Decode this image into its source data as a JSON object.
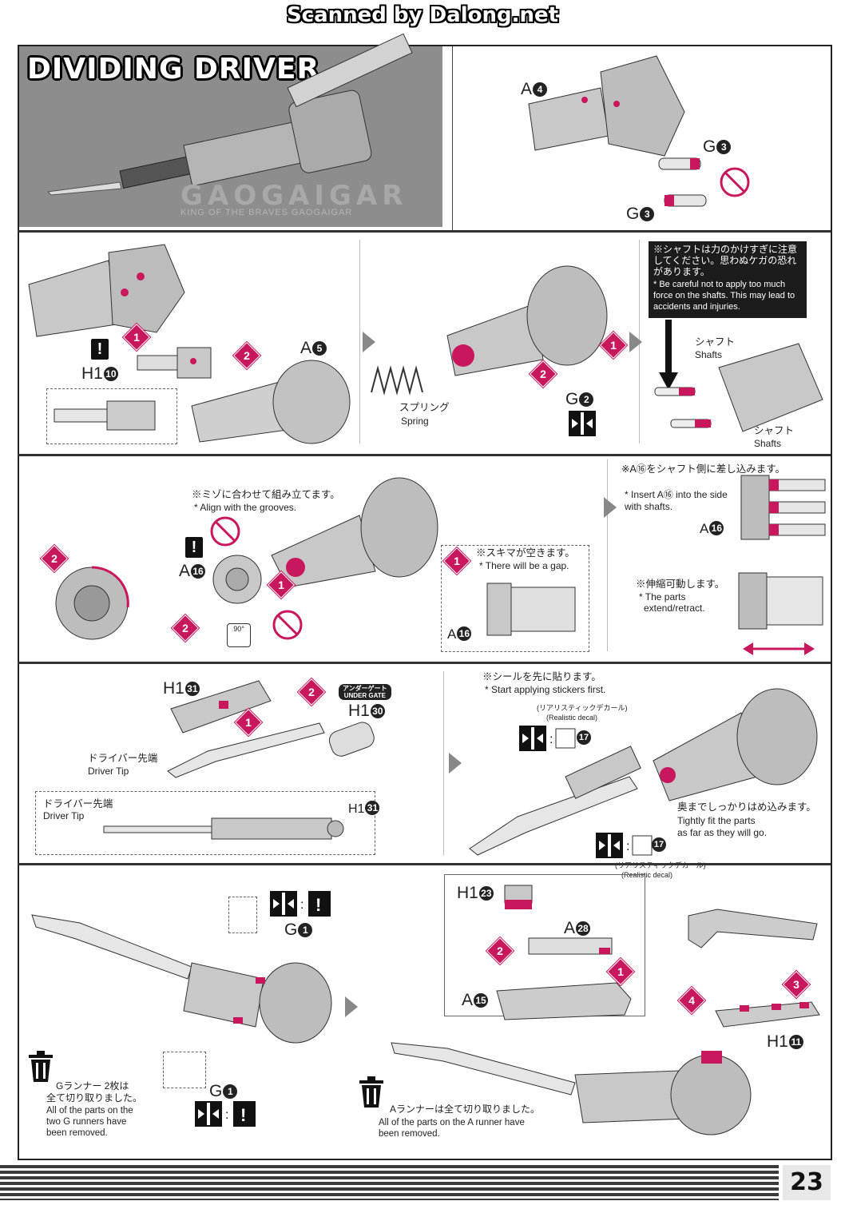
{
  "header": {
    "scanned": "Scanned by Dalong.net"
  },
  "title": {
    "main": "DIVIDING DRIVER",
    "brand": "GAOGAIGAR",
    "brand_sub": "KING OF THE BRAVES GAOGAIGAR"
  },
  "page_number": "23",
  "step1": {
    "a": "A",
    "a_n": "4",
    "g_top": "G",
    "g_top_n": "3",
    "g_bot": "G",
    "g_bot_n": "3"
  },
  "step2": {
    "h": "H1",
    "h_n": "10",
    "a": "A",
    "a_n": "5"
  },
  "step3": {
    "spring_jp": "スプリング",
    "spring_en": "Spring",
    "g": "G",
    "g_n": "2"
  },
  "step4": {
    "warn_jp": "※シャフトは力のかけすぎに注意してください。思わぬケガの恐れがあります。",
    "warn_en": "* Be careful not to apply too much force on the shafts. This may lead to accidents and injuries.",
    "shaft_jp": "シャフト",
    "shaft_en": "Shafts"
  },
  "step5": {
    "align_jp": "※ミゾに合わせて組み立てます。",
    "align_en": "* Align with the grooves.",
    "a": "A",
    "a_n": "16",
    "rot": "90°",
    "gap_jp": "※スキマが空きます。",
    "gap_en": "* There will be a gap."
  },
  "step6": {
    "insert_jp": "※A⑯をシャフト側に差し込みます。",
    "insert_en": "* Insert A⑯ into the side with shafts.",
    "a": "A",
    "a_n": "16",
    "extend_jp": "※伸縮可動します。",
    "extend_en_1": "* The parts",
    "extend_en_2": "extend/retract."
  },
  "step7": {
    "h31": "H1",
    "h31_n": "31",
    "h30": "H1",
    "h30_n": "30",
    "under_jp": "アンダーゲート",
    "under_en": "UNDER GATE",
    "tip_jp": "ドライバー先端",
    "tip_en": "Driver Tip"
  },
  "step8": {
    "sticker_jp": "※シールを先に貼ります。",
    "sticker_en": "* Start applying stickers first.",
    "decal_jp": "(リアリスティックデカール)",
    "decal_en": "(Realistic decal)",
    "decal_n": "17",
    "fit_jp": "奥までしっかりはめ込みます。",
    "fit_en_1": "Tightly fit the parts",
    "fit_en_2": "as far as they will go."
  },
  "step9": {
    "g": "G",
    "g_n": "1",
    "removed_jp_1": "Gランナー 2枚は",
    "removed_jp_2": "全て切り取りました。",
    "removed_en_1": "All of the parts on the",
    "removed_en_2": "two G runners have",
    "removed_en_3": "been removed."
  },
  "step10": {
    "h23": "H1",
    "h23_n": "23",
    "a28": "A",
    "a28_n": "28",
    "a15": "A",
    "a15_n": "15",
    "h11": "H1",
    "h11_n": "11",
    "removed_jp": "Aランナーは全て切り取りました。",
    "removed_en_1": "All of the parts on the A runner have",
    "removed_en_2": "been removed."
  },
  "colors": {
    "accent": "#c8175d",
    "ink": "#222222",
    "panel": "#8d8d8d"
  }
}
